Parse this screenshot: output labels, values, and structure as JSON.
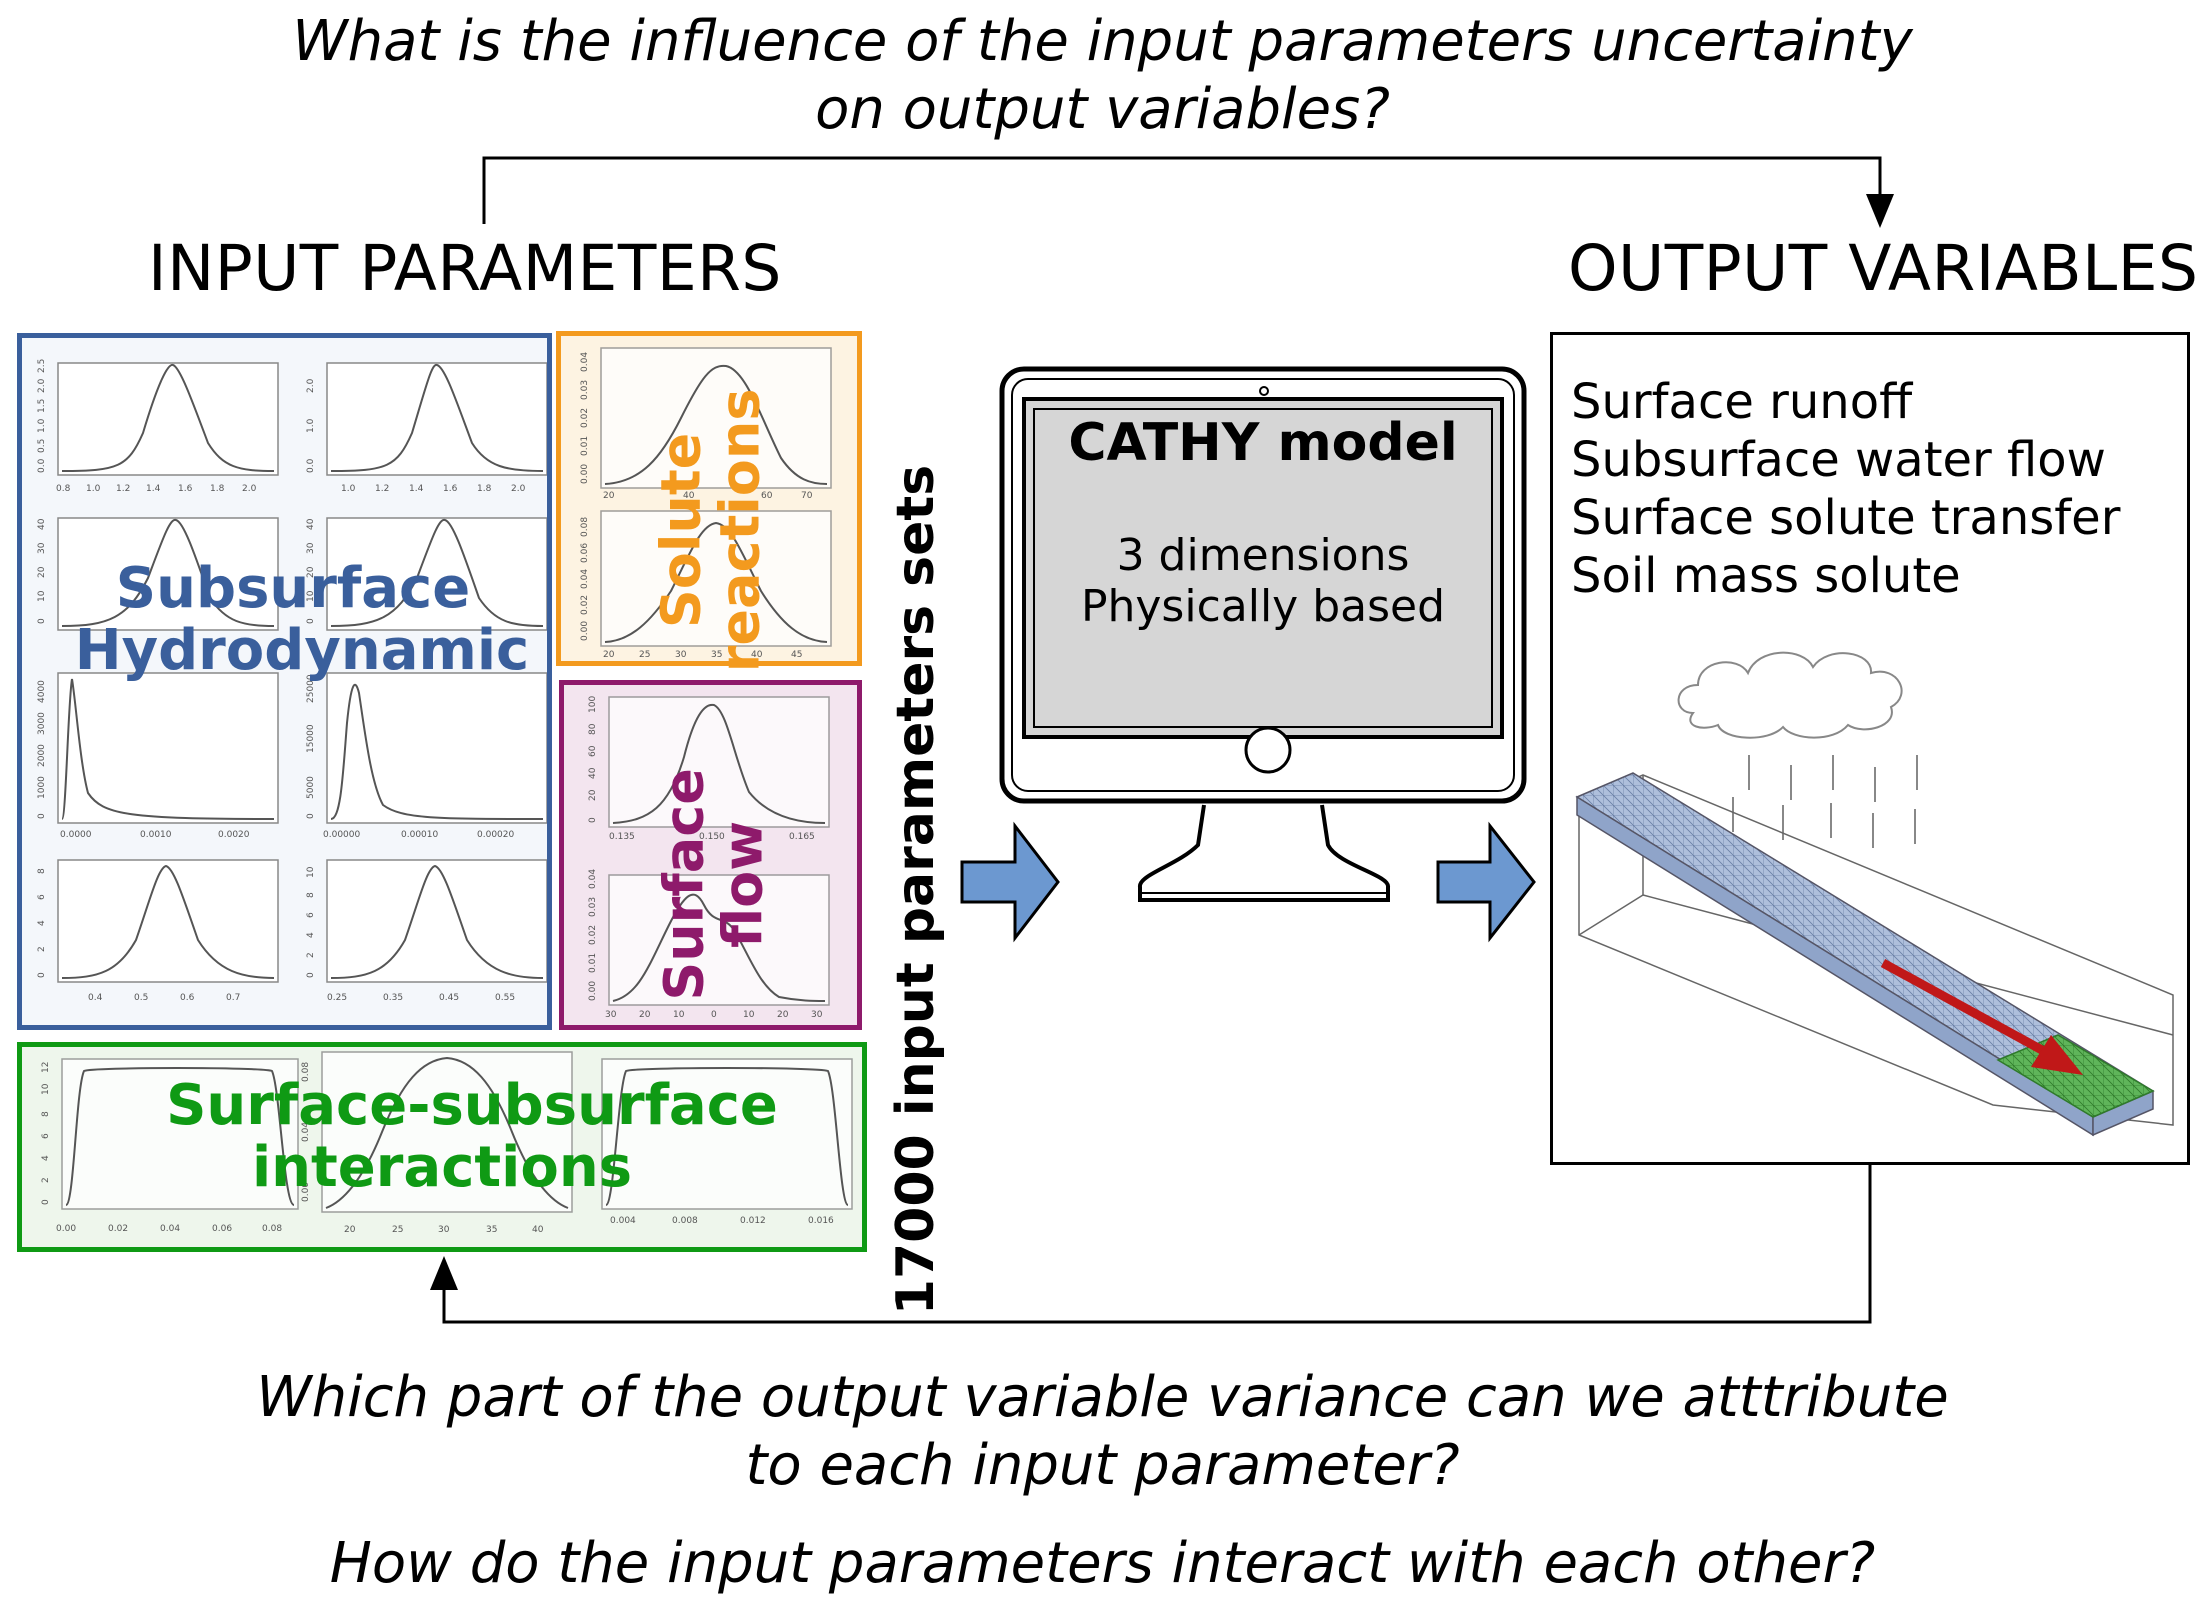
{
  "top_question": {
    "line1": "What is the influence of the input parameters uncertainty",
    "line2": "on output variables?"
  },
  "input_title": "INPUT PARAMETERS",
  "output_title": "OUTPUT VARIABLES",
  "groups": {
    "subsurface": {
      "line1": "Subsurface",
      "line2": "Hydrodynamic",
      "color": "#3a5f9c"
    },
    "solute": {
      "line1": "Solute",
      "line2": "reactions",
      "color": "#f39a1e"
    },
    "surface": {
      "line1": "Surface",
      "line2": "flow",
      "color": "#8e1a6b"
    },
    "interactions": {
      "line1": "Surface-subsurface",
      "line2": "interactions",
      "color": "#0f9a14"
    }
  },
  "sets_label": "17000 input parameters sets",
  "model": {
    "title": "CATHY model",
    "line1": "3 dimensions",
    "line2": "Physically based"
  },
  "outputs": [
    "Surface runoff",
    "Subsurface water flow",
    "Surface solute transfer",
    "Soil mass solute"
  ],
  "bottom_question": {
    "line1": "Which part of the output variable variance can we atttribute",
    "line2": "to each input parameter?",
    "line3": "How do the input parameters interact with each other?"
  },
  "plot_ticks": {
    "p1x": [
      "0.8",
      "1.0",
      "1.2",
      "1.4",
      "1.6",
      "1.8",
      "2.0"
    ],
    "p1y": [
      "0.0",
      "0.5",
      "1.0",
      "1.5",
      "2.0",
      "2.5"
    ],
    "p2x": [
      "1.0",
      "1.2",
      "1.4",
      "1.6",
      "1.8",
      "2.0"
    ],
    "p2y": [
      "0.0",
      "1.0",
      "2.0"
    ],
    "p3y": [
      "0",
      "10",
      "20",
      "30",
      "40"
    ],
    "p4y": [
      "0",
      "10",
      "20",
      "30",
      "40"
    ],
    "p5x": [
      "0.0000",
      "0.0010",
      "0.0020"
    ],
    "p5y": [
      "0",
      "1000",
      "2000",
      "3000",
      "4000"
    ],
    "p6x": [
      "0.00000",
      "0.00010",
      "0.00020"
    ],
    "p6y": [
      "0",
      "5000",
      "15000",
      "25000"
    ],
    "p7x": [
      "0.4",
      "0.5",
      "0.6",
      "0.7"
    ],
    "p7y": [
      "0",
      "2",
      "4",
      "6",
      "8"
    ],
    "p8x": [
      "0.25",
      "0.35",
      "0.45",
      "0.55"
    ],
    "p8y": [
      "0",
      "2",
      "4",
      "6",
      "8",
      "10"
    ],
    "s1x": [
      "20",
      "40",
      "60",
      "70"
    ],
    "s1y": [
      "0.00",
      "0.01",
      "0.02",
      "0.03",
      "0.04"
    ],
    "s2x": [
      "20",
      "25",
      "30",
      "35",
      "40",
      "45"
    ],
    "s2y": [
      "0.00",
      "0.02",
      "0.04",
      "0.06",
      "0.08"
    ],
    "f1x": [
      "0.135",
      "0.150",
      "0.165"
    ],
    "f1y": [
      "0",
      "20",
      "40",
      "60",
      "80",
      "100"
    ],
    "f2x": [
      "30",
      "20",
      "10",
      "0",
      "10",
      "20",
      "30"
    ],
    "f2y": [
      "0.00",
      "0.01",
      "0.02",
      "0.03",
      "0.04"
    ],
    "g1x": [
      "0.00",
      "0.02",
      "0.04",
      "0.06",
      "0.08"
    ],
    "g1y": [
      "0",
      "2",
      "4",
      "6",
      "8",
      "10",
      "12"
    ],
    "g2x": [
      "20",
      "25",
      "30",
      "35",
      "40"
    ],
    "g2y": [
      "0.00",
      "0.04",
      "0.08"
    ],
    "g3x": [
      "0.004",
      "0.008",
      "0.012",
      "0.016"
    ]
  }
}
